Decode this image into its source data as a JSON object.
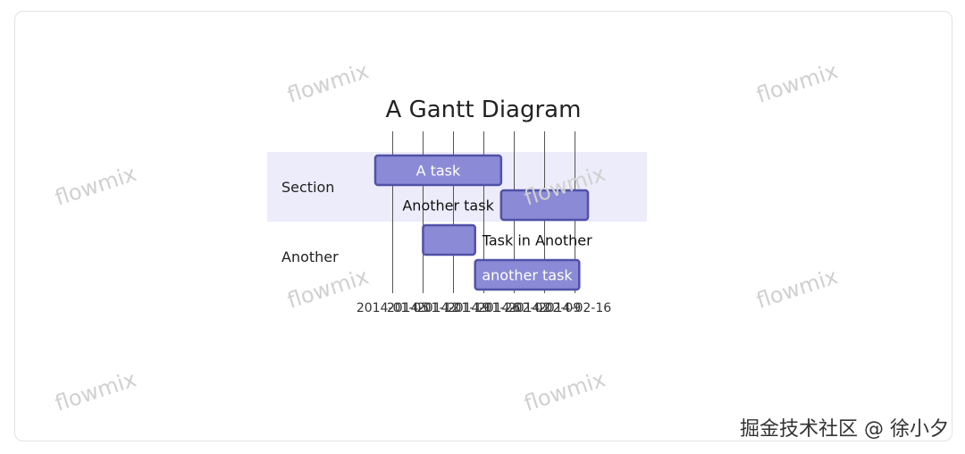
{
  "chart_data": {
    "type": "gantt",
    "title": "A Gantt Diagram",
    "sections": [
      {
        "name": "Section",
        "tasks": [
          {
            "name": "A task",
            "start": "2014-01-01",
            "end": "2014-01-30"
          },
          {
            "name": "Another task",
            "start": "2014-01-30",
            "end": "2014-02-19"
          }
        ]
      },
      {
        "name": "Another",
        "tasks": [
          {
            "name": "Task in Another",
            "start": "2014-01-12",
            "end": "2014-01-24"
          },
          {
            "name": "another task",
            "start": "2014-01-24",
            "end": "2014-02-17"
          }
        ]
      }
    ],
    "x_ticks": [
      "2014-01-05",
      "2014-01-12",
      "2014-01-19",
      "2014-01-26",
      "2014-02-02",
      "2014-02-09",
      "2014-02-16"
    ],
    "x_range": [
      "2014-01-01",
      "2014-02-19"
    ],
    "grid": true
  },
  "watermark": "flowmix",
  "credit": "掘金技术社区 @ 徐小夕",
  "colors": {
    "section_band": "#ececfb",
    "task_fill": "#8a8ad6",
    "task_stroke": "#5151a8",
    "grid": "#555555"
  }
}
